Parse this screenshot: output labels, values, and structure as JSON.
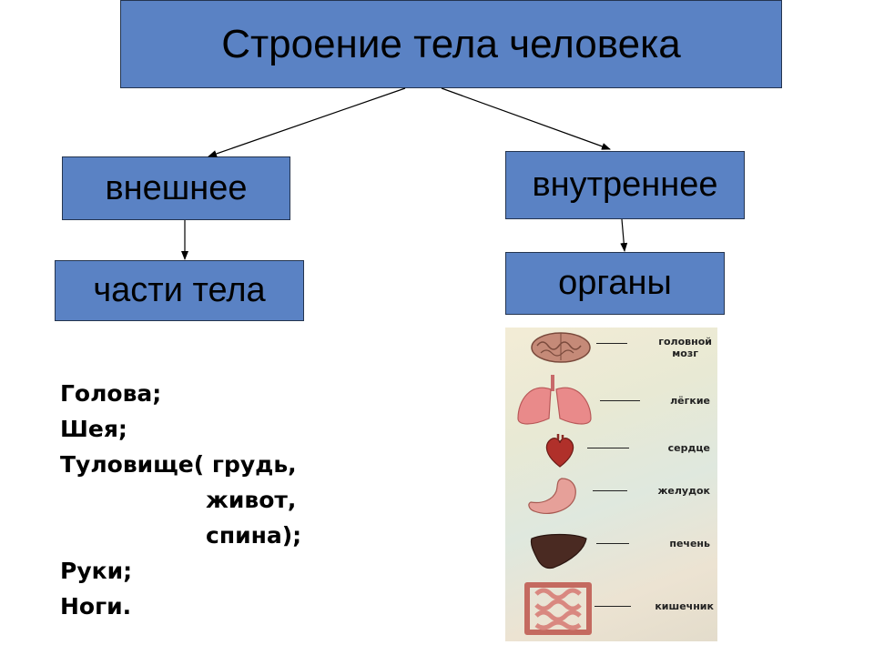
{
  "diagram": {
    "title": "Строение тела человека",
    "external": "внешнее",
    "internal": "внутреннее",
    "body_parts": "части тела",
    "organs": "органы"
  },
  "parts_list": {
    "lines": [
      "Голова;",
      "Шея;",
      "Туловище( грудь,",
      "живот,",
      "спина);",
      "Руки;",
      "Ноги."
    ]
  },
  "organ_chart": {
    "brain_line1": "головной",
    "brain_line2": "мозг",
    "lungs": "лёгкие",
    "heart": "сердце",
    "stomach": "желудок",
    "liver": "печень",
    "intestines": "кишечник"
  }
}
